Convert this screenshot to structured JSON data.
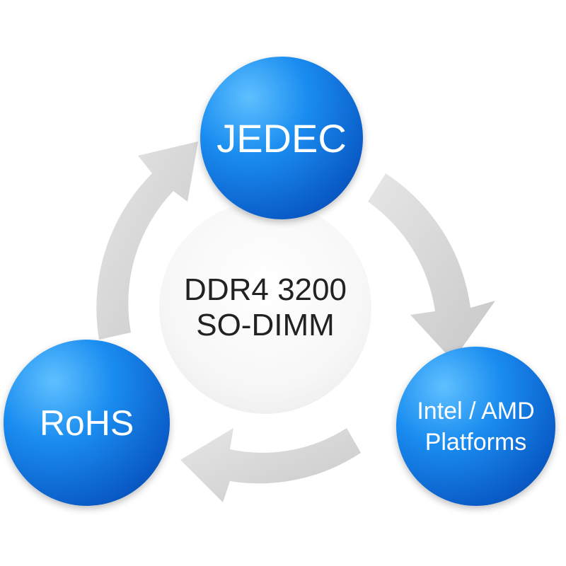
{
  "center": {
    "line1": "DDR4 3200",
    "line2": "SO-DIMM"
  },
  "nodes": {
    "top": "JEDEC",
    "left": "RoHS",
    "right_line1": "Intel / AMD",
    "right_line2": "Platforms"
  },
  "colors": {
    "node": "#1a8df0",
    "arrow": "#d4d4d4"
  }
}
